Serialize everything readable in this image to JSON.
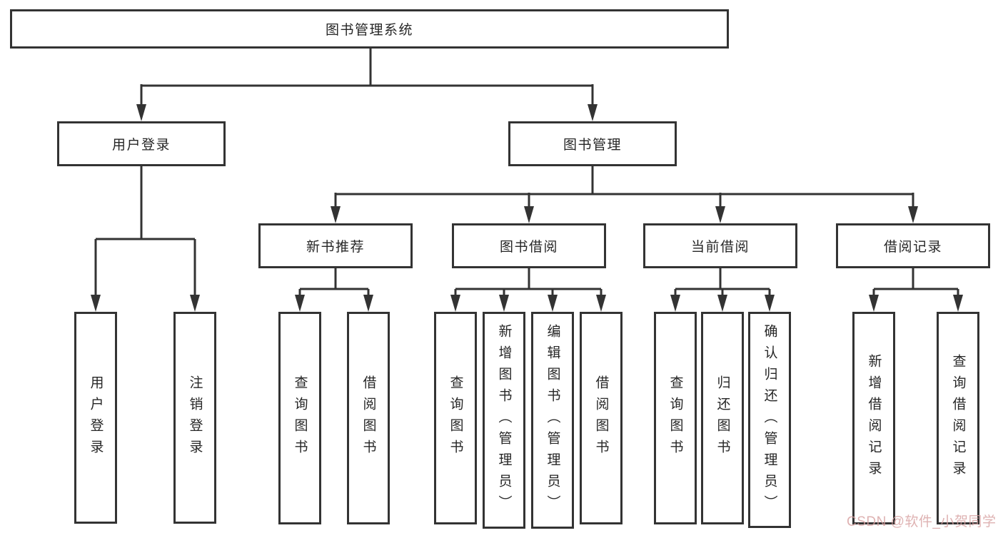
{
  "diagram": {
    "root": {
      "label": "图书管理系统"
    },
    "branches": [
      {
        "label": "用户登录",
        "children": [
          {
            "label": "用户登录"
          },
          {
            "label": "注销登录"
          }
        ]
      },
      {
        "label": "图书管理",
        "children": [
          {
            "label": "新书推荐",
            "children": [
              {
                "label": "查询图书"
              },
              {
                "label": "借阅图书"
              }
            ]
          },
          {
            "label": "图书借阅",
            "children": [
              {
                "label": "查询图书"
              },
              {
                "label": "新增图书（管理员）"
              },
              {
                "label": "编辑图书（管理员）"
              },
              {
                "label": "借阅图书"
              }
            ]
          },
          {
            "label": "当前借阅",
            "children": [
              {
                "label": "查询图书"
              },
              {
                "label": "归还图书"
              },
              {
                "label": "确认归还（管理员）"
              }
            ]
          },
          {
            "label": "借阅记录",
            "children": [
              {
                "label": "新增借阅记录"
              },
              {
                "label": "查询借阅记录"
              }
            ]
          }
        ]
      }
    ]
  },
  "watermark": {
    "text": "CSDN @软件_小贺同学",
    "color": "#d79f9f"
  },
  "colors": {
    "line": "#333333",
    "text": "#262626",
    "background": "#ffffff"
  }
}
